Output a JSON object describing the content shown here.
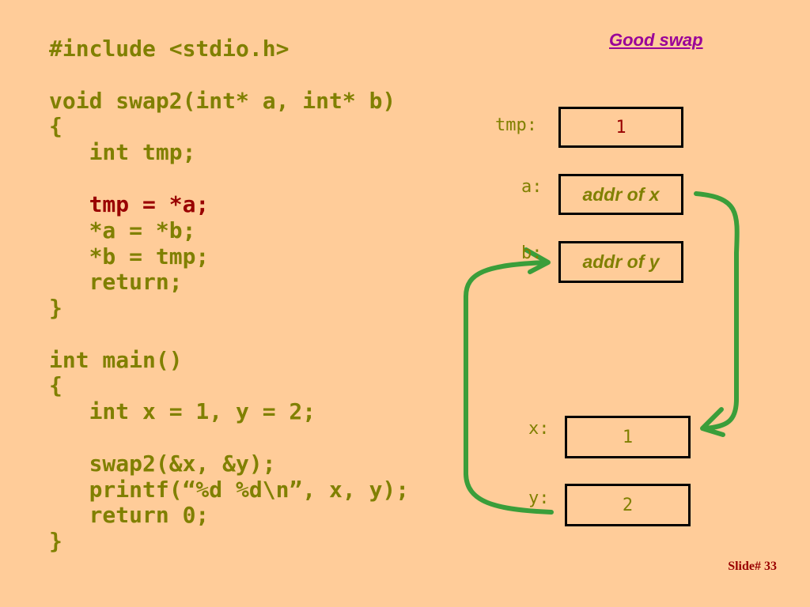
{
  "slide": {
    "title": "Good swap",
    "slide_number": "Slide# 33"
  },
  "code": {
    "lines": [
      "#include <stdio.h>",
      "void swap2(int* a, int* b)",
      "{",
      "   int tmp;",
      "   tmp = *a;",
      "   *a = *b;",
      "   *b = tmp;",
      "   return;",
      "}",
      "int main()",
      "{",
      "   int x = 1, y = 2;",
      "   swap2(&x, &y);",
      "   printf(“%d %d\\n”, x, y);",
      "   return 0;",
      "}"
    ]
  },
  "memory": {
    "tmp": {
      "label": "tmp:",
      "value": "1"
    },
    "a": {
      "label": "a:",
      "value": "addr of x"
    },
    "b": {
      "label": "b:",
      "value": "addr of y"
    },
    "x": {
      "label": "x:",
      "value": "1"
    },
    "y": {
      "label": "y:",
      "value": "2"
    }
  },
  "colors": {
    "background": "#FFCC99",
    "code": "#808000",
    "highlight": "#990000",
    "title": "#990099",
    "arrow": "#3A9E3A"
  }
}
